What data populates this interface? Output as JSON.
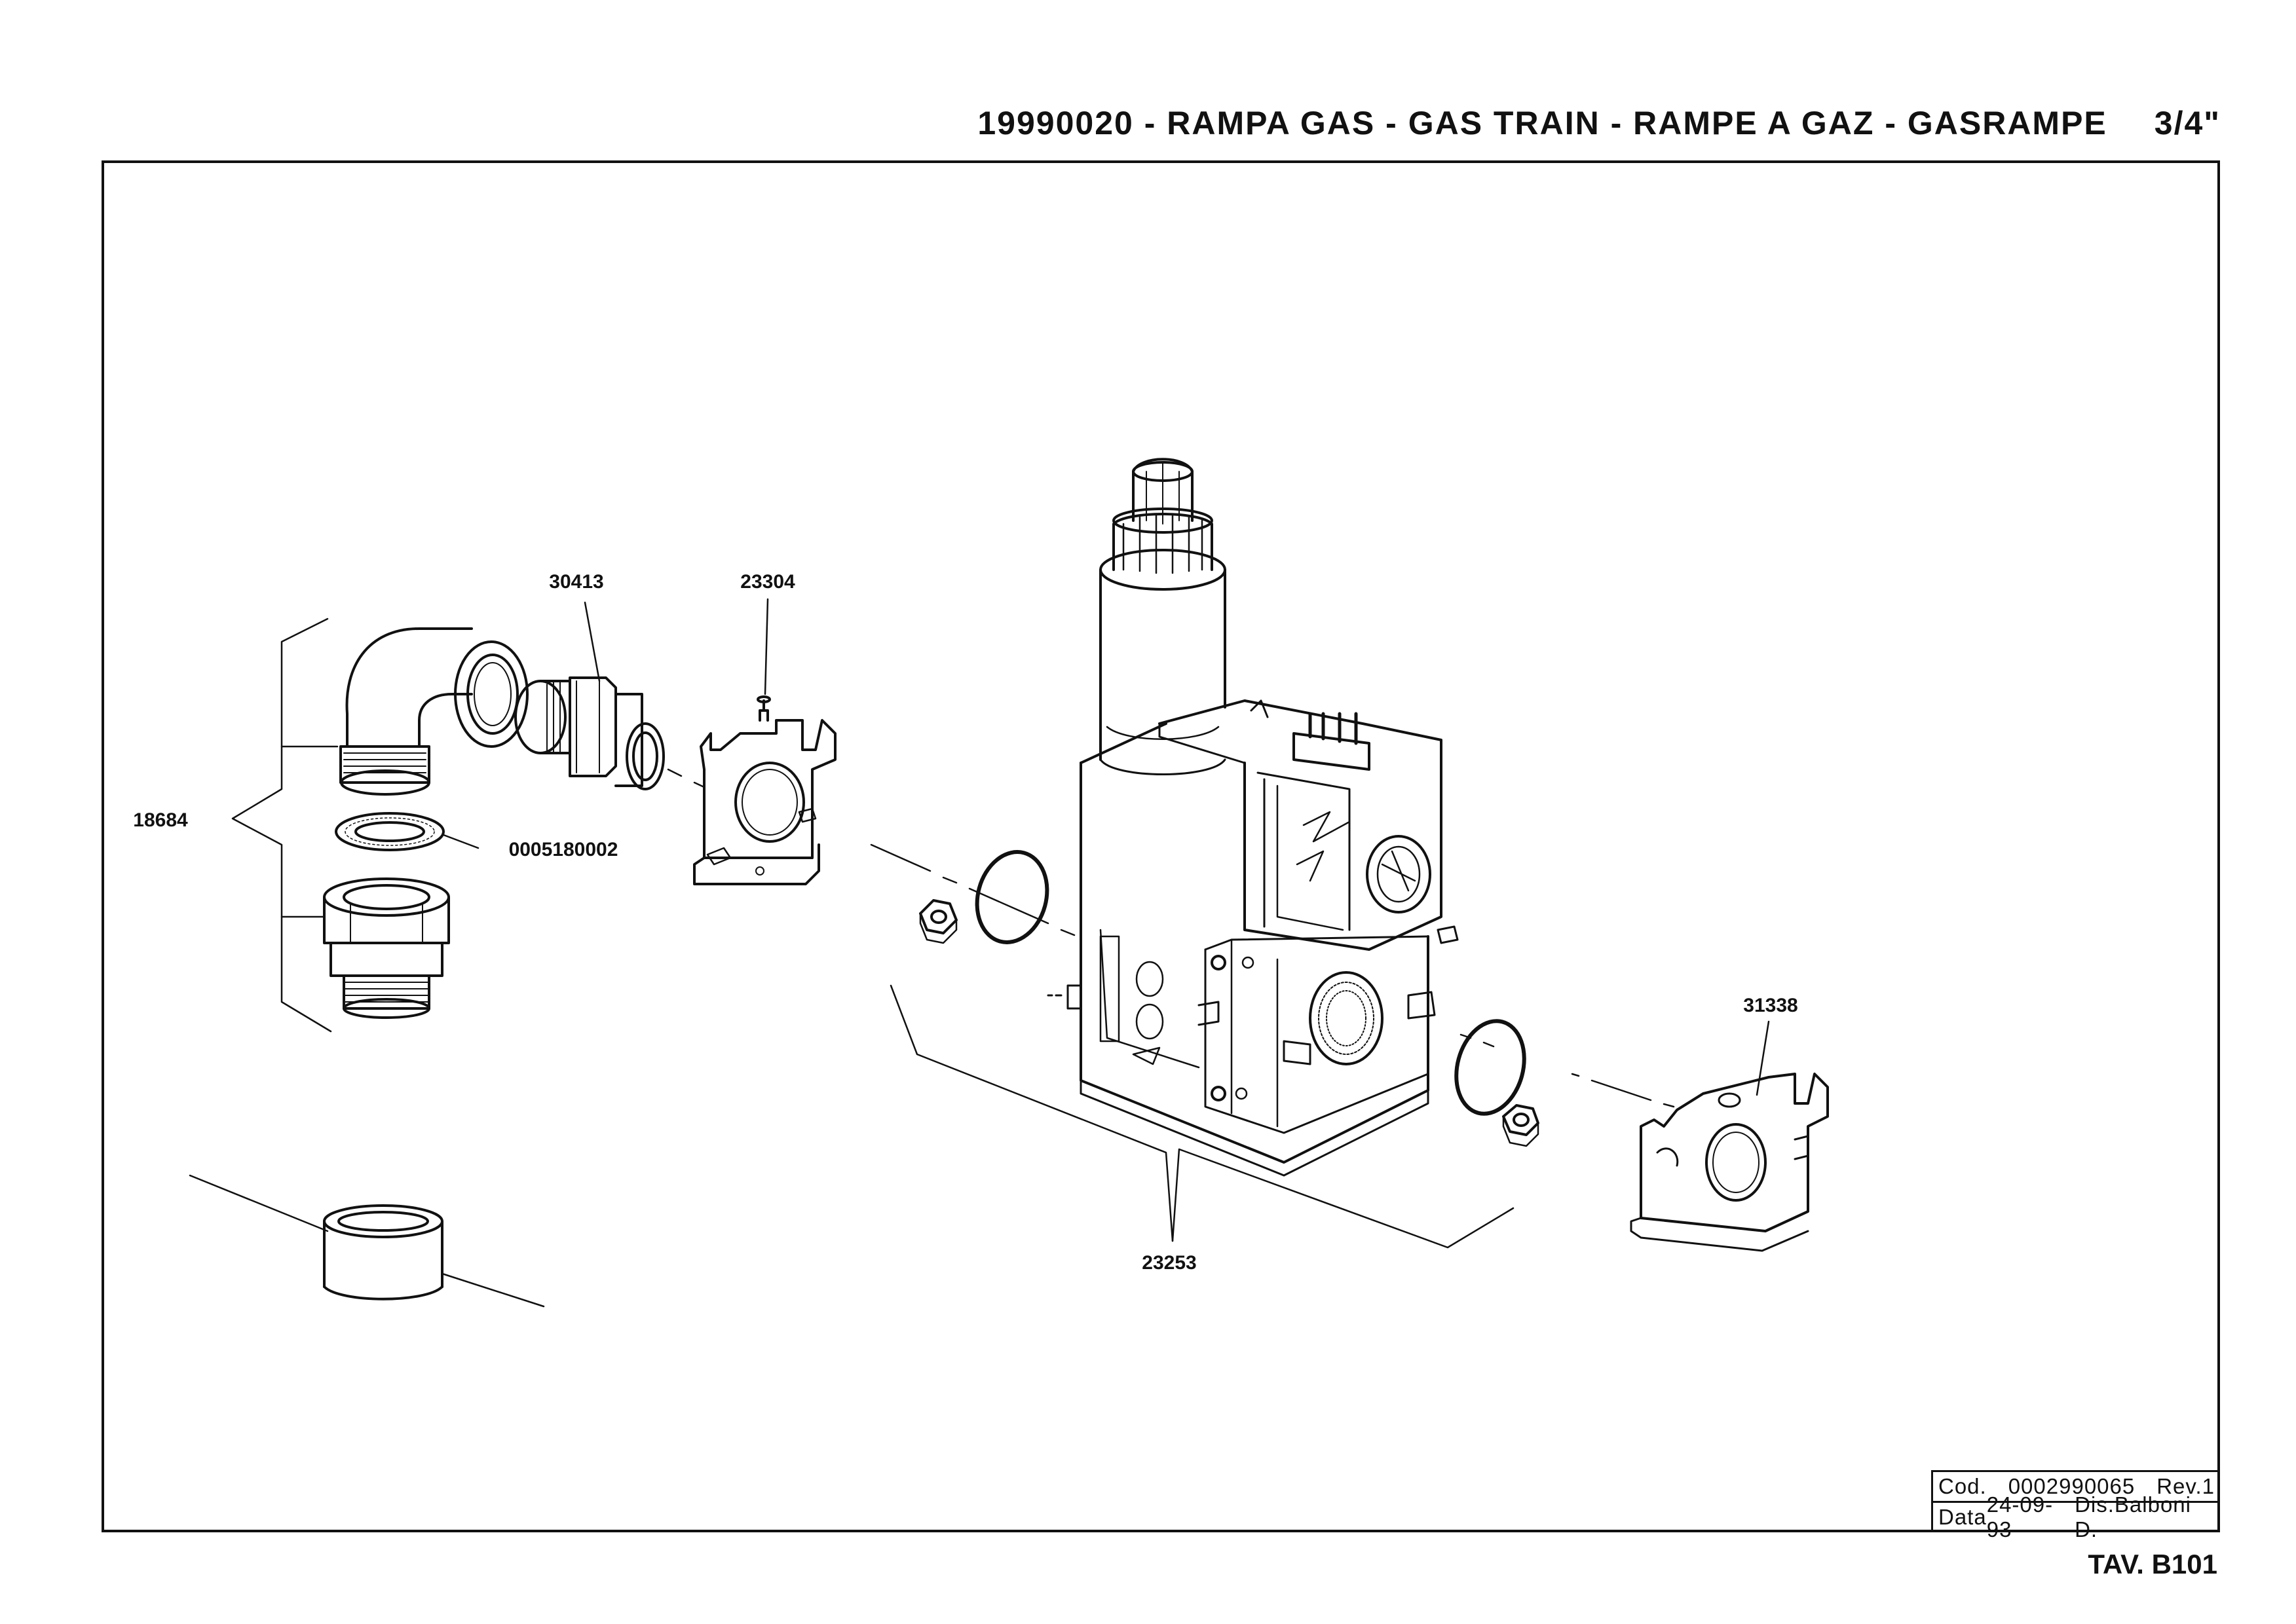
{
  "header": {
    "code": "19990020",
    "title_it": "RAMPA GAS",
    "title_en": "GAS TRAIN",
    "title_fr": "RAMPE A GAZ",
    "title_de": "GASRAMPE",
    "size": "3/4\""
  },
  "parts": [
    {
      "ref": "30413"
    },
    {
      "ref": "23304"
    },
    {
      "ref": "18684"
    },
    {
      "ref": "0005180002"
    },
    {
      "ref": "31338"
    },
    {
      "ref": "23253"
    }
  ],
  "title_block": {
    "cod_label": "Cod.",
    "cod_value": "0002990065",
    "rev": "Rev.1",
    "data_label": "Data",
    "date": "24-09-93",
    "drawer": "Dis.Balboni D."
  },
  "sheet": "TAV. B101"
}
